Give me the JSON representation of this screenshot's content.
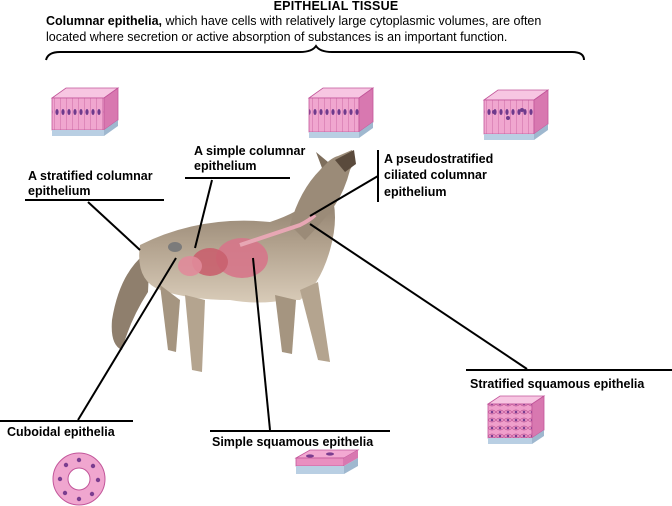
{
  "title": "EPITHELIAL TISSUE",
  "caption": {
    "lead": "Columnar epithelia,",
    "line1_rest": " which have cells with relatively large cytoplasmic volumes, are often",
    "line2": "located where secretion or active absorption of substances is an important function."
  },
  "labels": {
    "stratified_columnar_1": "A stratified columnar",
    "stratified_columnar_2": "epithelium",
    "simple_columnar_1": "A simple columnar",
    "simple_columnar_2": "epithelium",
    "pseudostratified_1": "A pseudostratified",
    "pseudostratified_2": "ciliated columnar",
    "pseudostratified_3": "epithelium",
    "stratified_squamous": "Stratified squamous epithelia",
    "simple_squamous": "Simple squamous epithelia",
    "cuboidal": "Cuboidal epithelia"
  },
  "colors": {
    "tissue_pink": "#e98fc0",
    "tissue_dark": "#c2569a",
    "nucleus": "#7a3d8f",
    "basement": "#b9cfe3",
    "wolf_fur": "#a08f7c",
    "organ_red": "#c9606e"
  }
}
